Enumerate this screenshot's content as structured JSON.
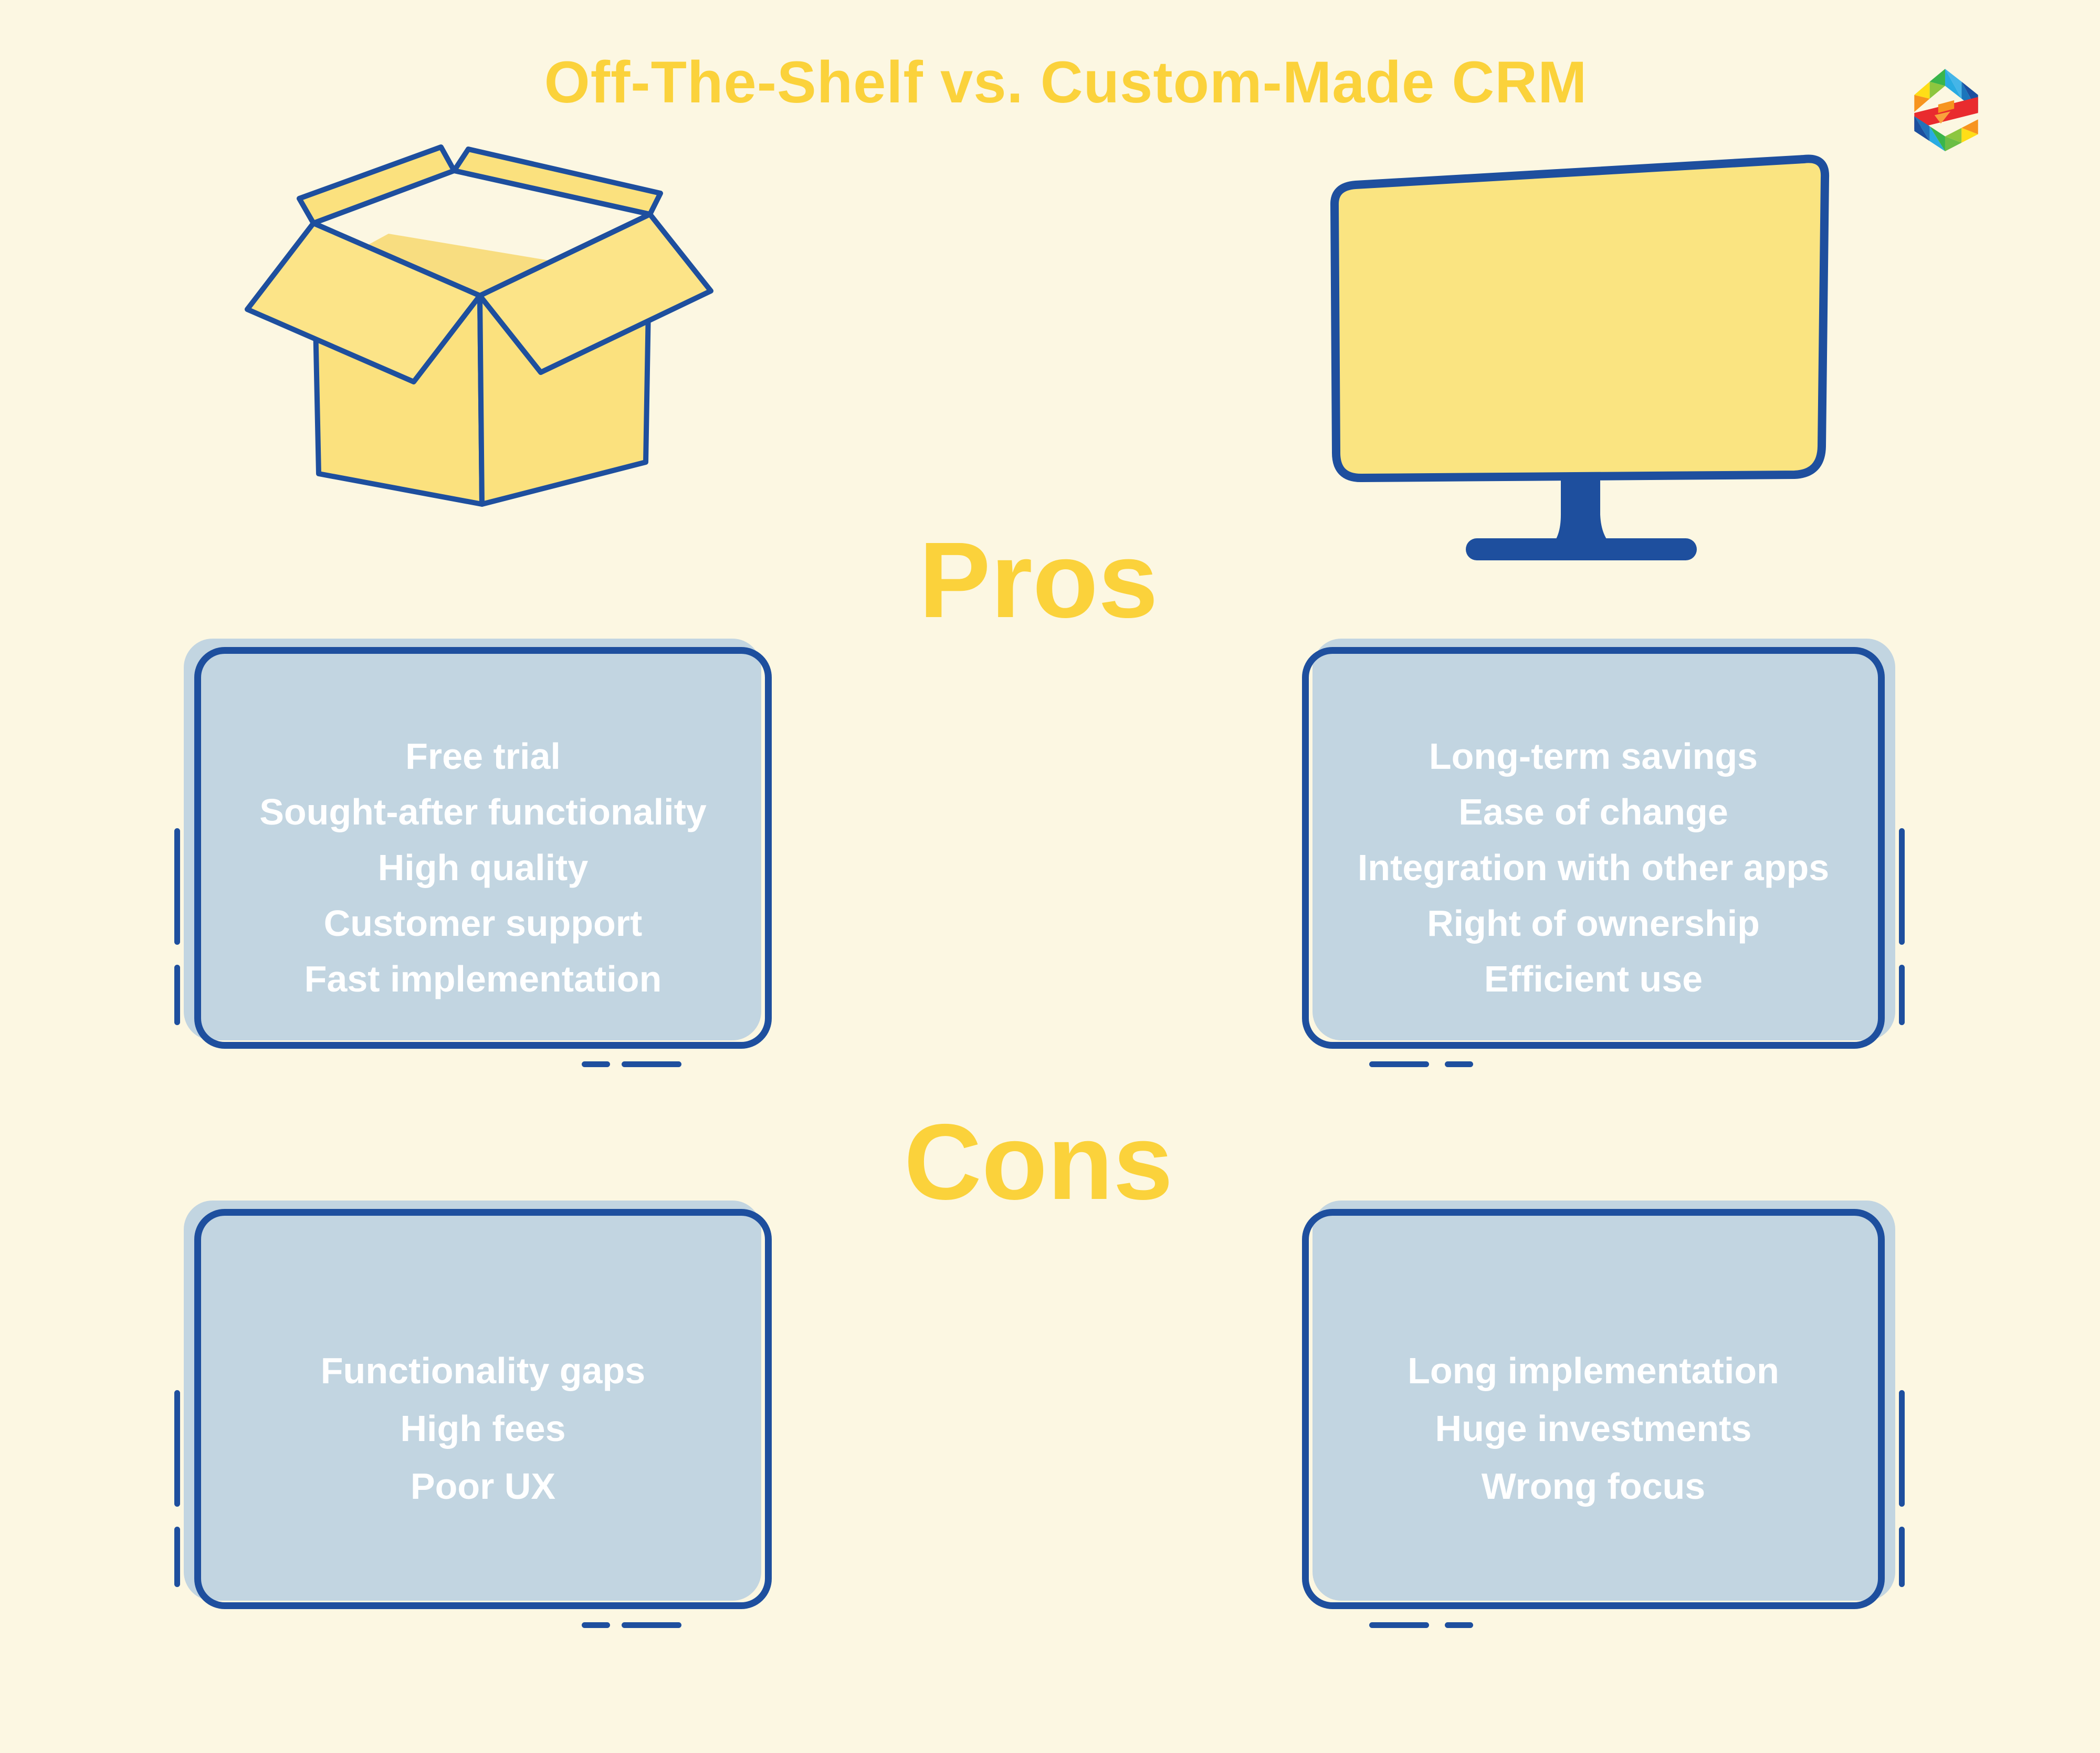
{
  "page": {
    "background": "#FCF7E2",
    "accent_yellow": "#FBD23B",
    "navy": "#1E4F9E",
    "card_fill": "#C2D5E1",
    "illustration_yellow": "#FBE17E",
    "text_white": "#FFFFFF"
  },
  "header": {
    "title": "Off-The-Shelf vs. Custom-Made CRM"
  },
  "sections": {
    "pros_label": "Pros",
    "cons_label": "Cons"
  },
  "columns": {
    "off_the_shelf": {
      "icon": "open-box-icon",
      "pros": [
        "Free trial",
        "Sought-after functionality",
        "High quality",
        "Customer support",
        "Fast implementation"
      ],
      "cons": [
        "Functionality gaps",
        "High fees",
        "Poor UX"
      ]
    },
    "custom_made": {
      "icon": "computer-monitor-icon",
      "pros": [
        "Long-term savings",
        "Ease of change",
        "Integration with other apps",
        "Right of ownership",
        "Efficient use"
      ],
      "cons": [
        "Long implementation",
        "Huge investments",
        "Wrong focus"
      ]
    }
  },
  "logo": {
    "name": "colorful-s-hexagon-logo"
  }
}
